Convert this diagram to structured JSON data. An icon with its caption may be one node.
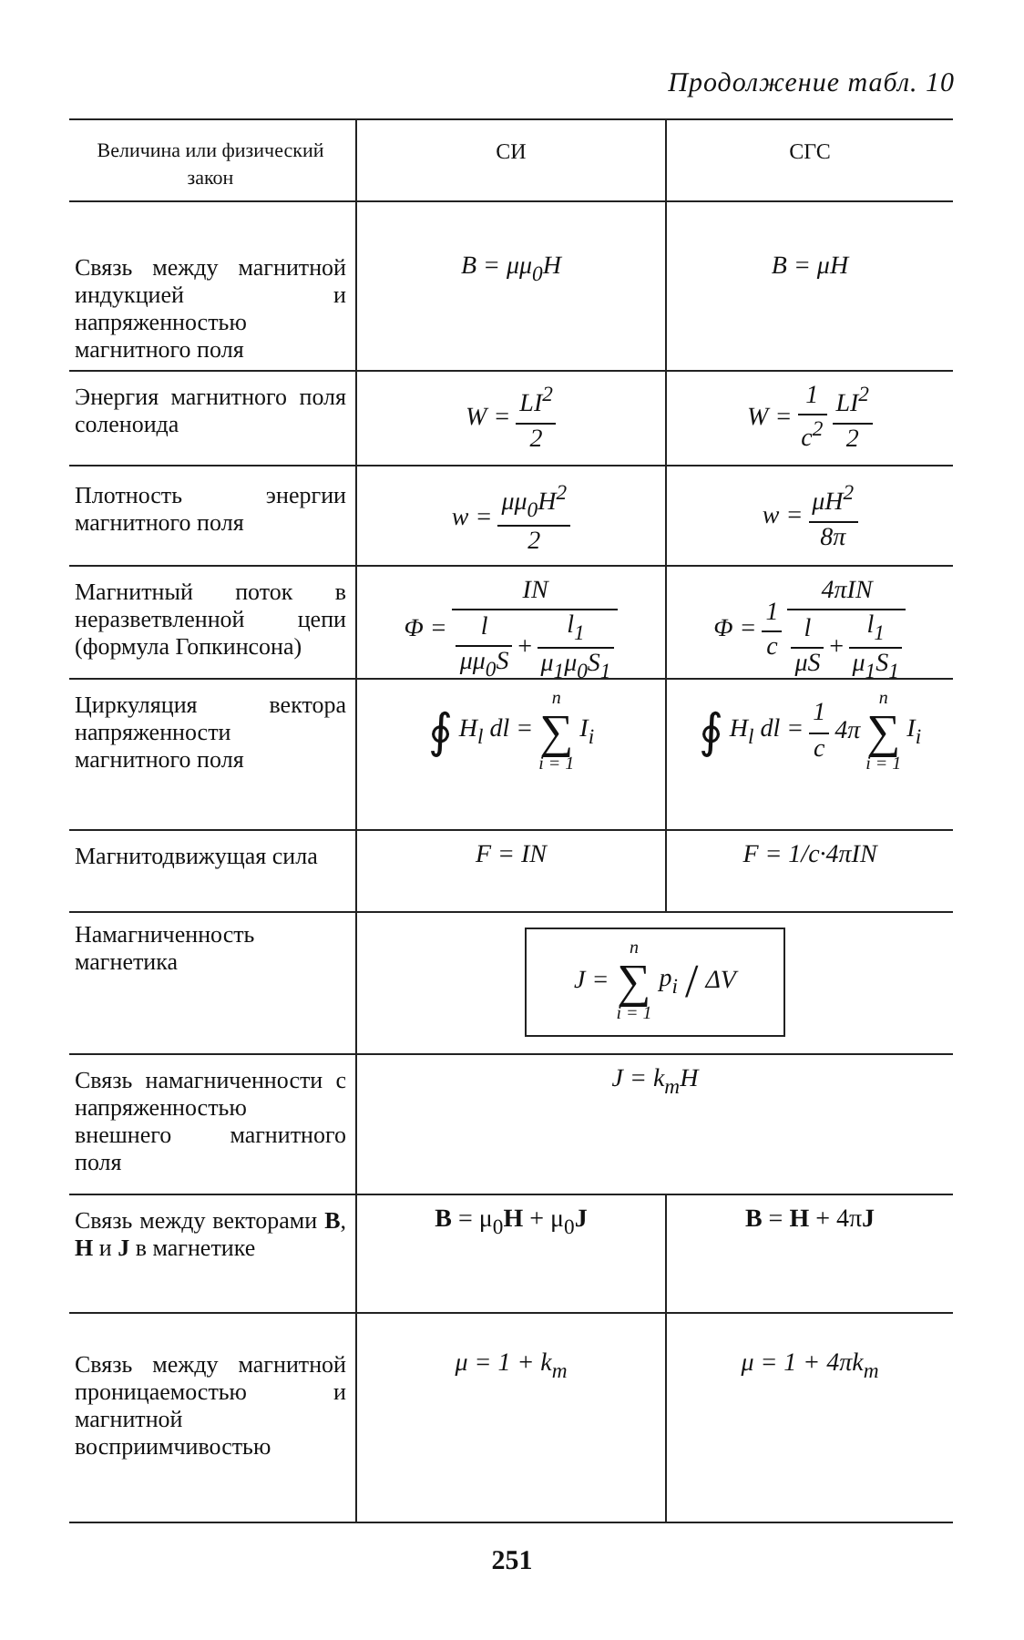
{
  "diagram": {
    "title": "Продолжение табл. 10",
    "nodes": [
      {
        "text": [
          "J =",
          "n",
          "∑",
          "i = 1",
          "p$_{i}$",
          "/",
          "ΔV"
        ]
      }
    ],
    "edges": [],
    "labels": [
      "Величина или физический закон",
      "СИ",
      "СГС",
      "Связь между магнитной индукцией и напряженностью магнитного поля",
      "B = μμ$_{0}$H",
      "B = μH",
      "Энергия магнитного поля соленоида",
      "W =",
      "LI$^{2}$",
      "2",
      "W =",
      "1",
      "c$^{2}$",
      "LI$^{2}$",
      "2",
      "Плотность энергии магнитного поля",
      "w =",
      "μμ$_{0}$H$^{2}$",
      "2",
      "w =",
      "μH$^{2}$",
      "8π",
      "Магнитный поток в неразветвленной цепи (формула Гопкинсона)",
      "Φ =",
      "IN",
      "l",
      "μμ$_{0}$S",
      "+",
      "l$_{1}$",
      "μ$_{1}$μ$_{0}$S$_{1}$",
      "Φ =",
      "1",
      "c",
      "4πIN",
      "l",
      "μS",
      "+",
      "l$_{1}$",
      "μ$_{1}$S$_{1}$",
      "Циркуляция вектора напряженности магнитного поля",
      "∮",
      "H$_{l}$ dl =",
      "n",
      "∑",
      "i = 1",
      "I$_{i}$",
      "∮",
      "H$_{l}$ dl =",
      "1",
      "c",
      "4π",
      "n",
      "∑",
      "i = 1",
      "I$_{i}$",
      "Магнитодвижущая сила",
      "F = IN",
      "F = 1/c·4πIN",
      "Намагниченность магнетика",
      "Связь намагниченности с напряженностью внешнего магнитного поля",
      "J = k$_{m}$H",
      "Связь между векторами **B**, **H** и **J** в магнетике",
      "**B** = μ$_{0}$**H** + μ$_{0}$**J**",
      "**B** = **H** + 4π**J**",
      "Связь между магнитной проницаемостью и магнитной восприимчивостью",
      "μ = 1 + k$_{m}$",
      "μ = 1 + 4πk$_{m}$",
      "251"
    ]
  }
}
